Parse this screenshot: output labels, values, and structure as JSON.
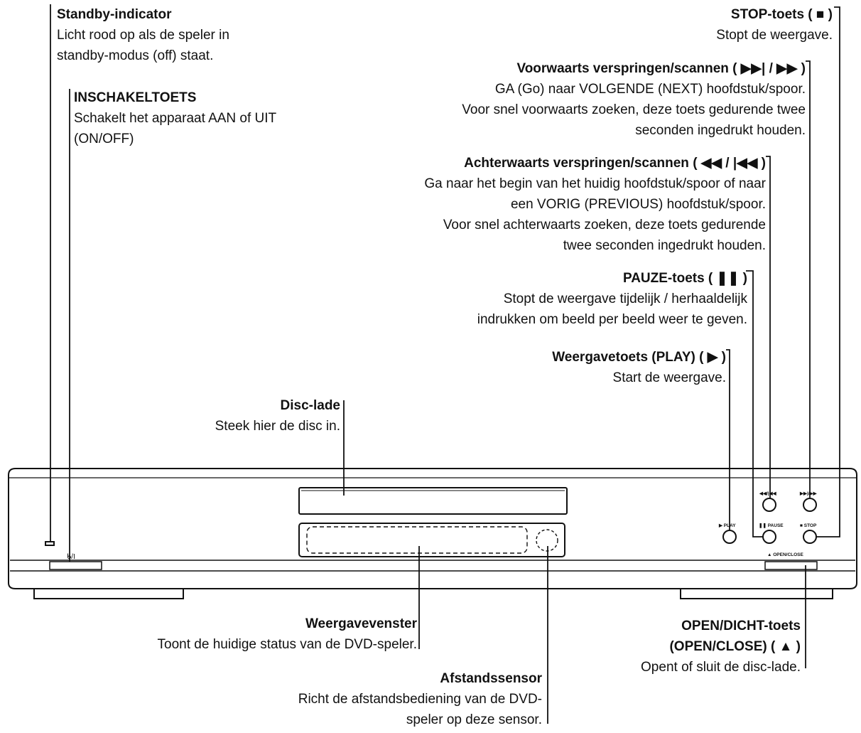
{
  "labels": {
    "standby": {
      "title": "Standby-indicator",
      "desc": "Licht rood op als de speler in\nstandby-modus (off) staat."
    },
    "power": {
      "title": "INSCHAKELTOETS",
      "desc": "Schakelt het apparaat AAN of UIT\n(ON/OFF)"
    },
    "stop": {
      "title": "STOP-toets ( ■ )",
      "desc": "Stopt de weergave."
    },
    "forward": {
      "title": "Voorwaarts verspringen/scannen ( ▶▶| / ▶▶ )",
      "desc": "GA (Go) naar VOLGENDE (NEXT) hoofdstuk/spoor.\nVoor snel voorwaarts zoeken, deze toets gedurende twee\nseconden ingedrukt houden."
    },
    "backward": {
      "title": "Achterwaarts verspringen/scannen ( ◀◀ / |◀◀ )",
      "desc": "Ga naar het begin van het huidig hoofdstuk/spoor of naar\neen VORIG (PREVIOUS) hoofdstuk/spoor.\nVoor snel achterwaarts zoeken, deze toets gedurende\ntwee seconden ingedrukt houden."
    },
    "pause": {
      "title": "PAUZE-toets ( ❚❚ )",
      "desc": "Stopt de weergave tijdelijk / herhaaldelijk\nindrukken om beeld per beeld weer te geven."
    },
    "play": {
      "title": "Weergavetoets (PLAY) ( ▶ )",
      "desc": "Start de weergave."
    },
    "tray": {
      "title": "Disc-lade",
      "desc": "Steek hier de disc in."
    },
    "display": {
      "title": "Weergavevenster",
      "desc": "Toont de huidige status van de DVD-speler."
    },
    "openclose": {
      "title": "OPEN/DICHT-toets\n(OPEN/CLOSE) ( ▲ )",
      "desc": "Opent of sluit de disc-lade."
    },
    "sensor": {
      "title": "Afstandssensor",
      "desc": "Richt de afstandsbediening van de DVD-\nspeler op deze sensor."
    }
  },
  "panel": {
    "power_mark": "ᑲ/I",
    "btn_play": "▶ PLAY",
    "btn_pause": "❚❚ PAUSE",
    "btn_stop": "■ STOP",
    "btn_back": "◀◀/|◀◀",
    "btn_fwd": "▶▶|/▶▶",
    "btn_open": "▲ OPEN/CLOSE"
  },
  "colors": {
    "ink": "#111111",
    "background": "#ffffff"
  }
}
